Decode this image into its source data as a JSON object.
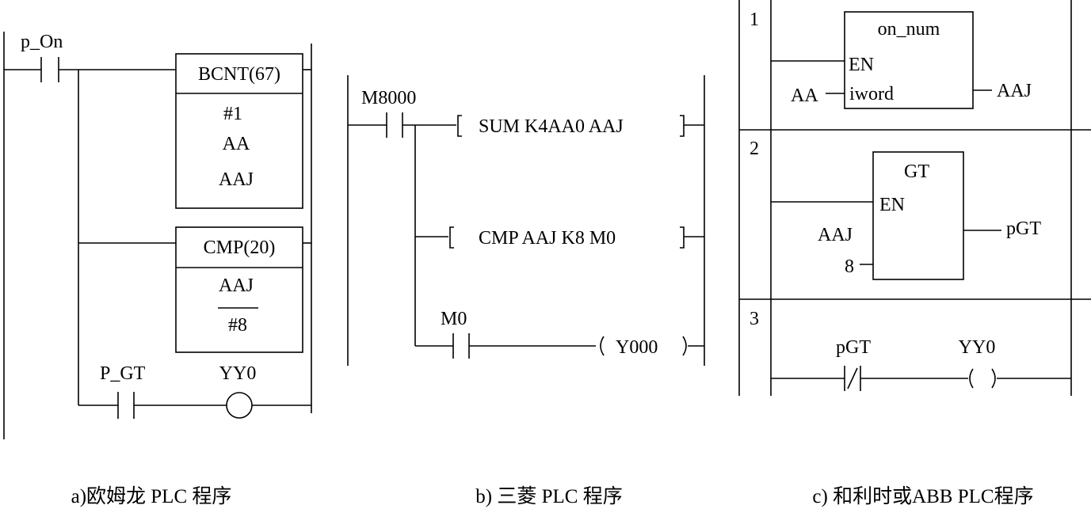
{
  "panel_a": {
    "contact_p_on": "p_On",
    "bcnt_title": "BCNT(67)",
    "bcnt_op1": "#1",
    "bcnt_op2": "AA",
    "bcnt_op3": "AAJ",
    "cmp_title": "CMP(20)",
    "cmp_op1": "AAJ",
    "cmp_op2": "#8",
    "contact_p_gt": "P_GT",
    "coil_yy0": "YY0",
    "caption": "a)欧姆龙 PLC 程序"
  },
  "panel_b": {
    "contact_m8000": "M8000",
    "instr_sum": "SUM K4AA0  AAJ",
    "instr_cmp": "CMP AAJ K8 M0",
    "contact_m0": "M0",
    "coil_y000": "Y000",
    "caption": "b) 三菱 PLC 程序"
  },
  "panel_c": {
    "rung1_num": "1",
    "rung2_num": "2",
    "rung3_num": "3",
    "on_num_title": "on_num",
    "on_num_en": "EN",
    "on_num_iword": "iword",
    "on_num_in": "AA",
    "on_num_out": "AAJ",
    "gt_title": "GT",
    "gt_en": "EN",
    "gt_in1": "AAJ",
    "gt_in2": "8",
    "gt_out": "pGT",
    "contact_pgt": "pGT",
    "coil_yy0": "YY0",
    "caption": "c) 和利时或ABB PLC程序"
  }
}
